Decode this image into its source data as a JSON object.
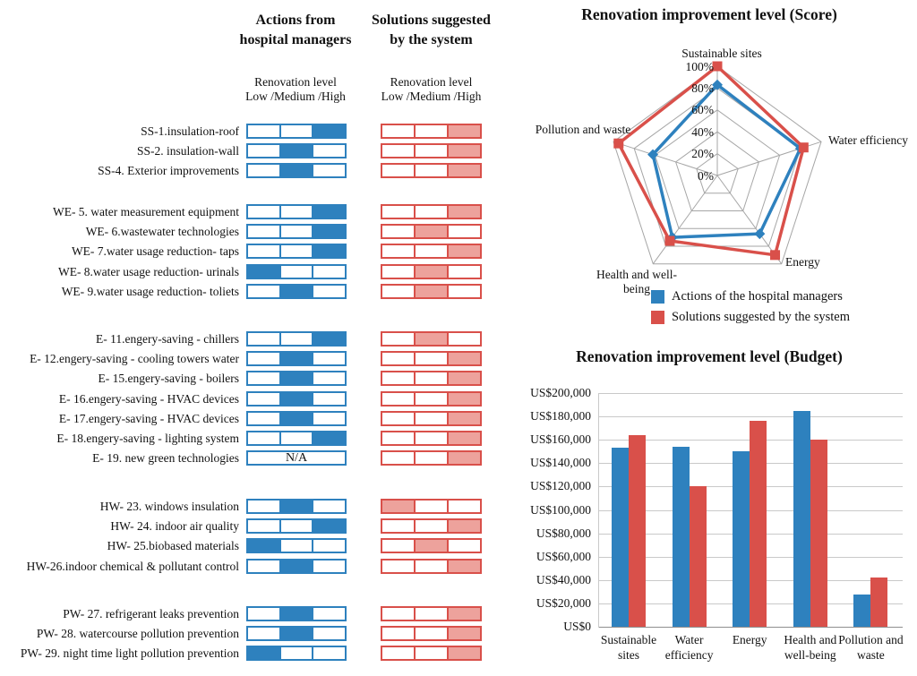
{
  "colors": {
    "managers_blue": "#2E81BE",
    "system_red": "#D9504A",
    "system_red_fill": "#EDA29C",
    "radar_grid": "#A6A6A6",
    "bar_grid": "#C9C9C9",
    "bar_axis": "#8F8F8F"
  },
  "table": {
    "columns": [
      {
        "header": "Actions from hospital managers",
        "sub": "Renovation   level\nLow /Medium /High"
      },
      {
        "header": "Solutions suggested by the system",
        "sub": "Renovation   level\nLow /Medium /High"
      }
    ],
    "na_label": "N/A",
    "groups": [
      {
        "rows": [
          {
            "label": "SS-1.insulation-roof",
            "manager": "high",
            "system": "high"
          },
          {
            "label": "SS-2. insulation-wall",
            "manager": "medium",
            "system": "high"
          },
          {
            "label": "SS-4. Exterior improvements",
            "manager": "medium",
            "system": "high"
          }
        ]
      },
      {
        "rows": [
          {
            "label": "WE- 5. water measurement equipment",
            "manager": "high",
            "system": "high"
          },
          {
            "label": "WE- 6.wastewater technologies",
            "manager": "high",
            "system": "medium"
          },
          {
            "label": "WE- 7.water usage reduction- taps",
            "manager": "high",
            "system": "high"
          },
          {
            "label": "WE- 8.water usage reduction- urinals",
            "manager": "low",
            "system": "medium"
          },
          {
            "label": "WE- 9.water usage reduction- toliets",
            "manager": "medium",
            "system": "medium"
          }
        ]
      },
      {
        "rows": [
          {
            "label": "E- 11.engery-saving - chillers",
            "manager": "high",
            "system": "medium"
          },
          {
            "label": "E- 12.engery-saving - cooling towers water",
            "manager": "medium",
            "system": "high"
          },
          {
            "label": "E- 15.engery-saving - boilers",
            "manager": "medium",
            "system": "high"
          },
          {
            "label": "E- 16.engery-saving - HVAC devices",
            "manager": "medium",
            "system": "high"
          },
          {
            "label": "E- 17.engery-saving - HVAC devices",
            "manager": "medium",
            "system": "high"
          },
          {
            "label": "E- 18.engery-saving - lighting system",
            "manager": "high",
            "system": "high"
          },
          {
            "label": "E- 19. new green technologies",
            "manager": "na",
            "system": "high"
          }
        ]
      },
      {
        "rows": [
          {
            "label": "HW- 23. windows insulation",
            "manager": "medium",
            "system": "low"
          },
          {
            "label": "HW- 24. indoor air quality",
            "manager": "high",
            "system": "high"
          },
          {
            "label": "HW- 25.biobased materials",
            "manager": "low",
            "system": "medium"
          },
          {
            "label": "HW-26.indoor chemical & pollutant control",
            "manager": "medium",
            "system": "high"
          }
        ]
      },
      {
        "rows": [
          {
            "label": "PW- 27. refrigerant leaks prevention",
            "manager": "medium",
            "system": "high"
          },
          {
            "label": "PW- 28. watercourse pollution prevention",
            "manager": "medium",
            "system": "high"
          },
          {
            "label": "PW- 29. night time light pollution prevention",
            "manager": "low",
            "system": "high"
          }
        ]
      }
    ]
  },
  "legend": {
    "items": [
      {
        "label": "Actions of the hospital managers",
        "color": "#2E81BE"
      },
      {
        "label": "Solutions suggested by the system",
        "color": "#D9504A"
      }
    ]
  },
  "chart_data": [
    {
      "type": "radar",
      "title": "Renovation improvement level (Score)",
      "categories": [
        "Sustainable sites",
        "Water efficiency",
        "Energy",
        "Health and well-being",
        "Pollution and waste"
      ],
      "series": [
        {
          "name": "Actions of the hospital managers",
          "color": "#2E81BE",
          "values": [
            83,
            80,
            66,
            70,
            62
          ]
        },
        {
          "name": "Solutions suggested by the system",
          "color": "#D9504A",
          "values": [
            100,
            83,
            90,
            74,
            95
          ]
        }
      ],
      "ticks": [
        "100%",
        "80%",
        "60%",
        "40%",
        "20%",
        "0%"
      ],
      "rmax": 100,
      "grid": true,
      "legend_position": "bottom"
    },
    {
      "type": "bar",
      "title": "Renovation improvement level (Budget)",
      "categories": [
        "Sustainable sites",
        "Water efficiency",
        "Energy",
        "Health and well-being",
        "Pollution and waste"
      ],
      "series": [
        {
          "name": "Actions of the hospital managers",
          "color": "#2E81BE",
          "values": [
            153000,
            154000,
            150000,
            185000,
            27500
          ]
        },
        {
          "name": "Solutions suggested by the system",
          "color": "#D9504A",
          "values": [
            164000,
            120000,
            176500,
            160000,
            42500
          ]
        }
      ],
      "ylim": [
        0,
        200000
      ],
      "ytick_step": 20000,
      "ytick_labels": [
        "US$0",
        "US$20,000",
        "US$40,000",
        "US$60,000",
        "US$80,000",
        "US$100,000",
        "US$120,000",
        "US$140,000",
        "US$160,000",
        "US$180,000",
        "US$200,000"
      ],
      "grid": true,
      "legend_position": "none"
    }
  ]
}
